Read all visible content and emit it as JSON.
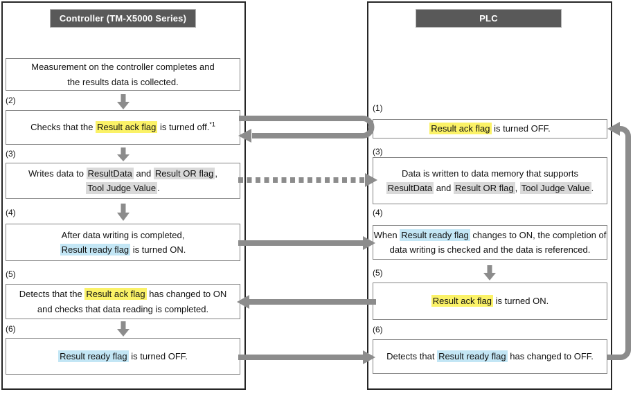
{
  "diagram_title": "Controller-PLC result handshake flow",
  "colors": {
    "highlight_yellow": "#FBF267",
    "highlight_blue": "#C3E6F5",
    "highlight_gray": "#D9D9D9",
    "arrow_gray": "#8C8C8C",
    "header_background": "#595959",
    "header_text": "#FFFFFF",
    "box_border": "#828282",
    "column_border": "#262626"
  },
  "controller": {
    "header": "Controller (TM-X5000 Series)",
    "boxes": [
      {
        "label": "",
        "segments": [
          {
            "t": "Measurement on the controller completes and"
          },
          {
            "br": true
          },
          {
            "t": "the results data is collected."
          }
        ]
      },
      {
        "label": "(2)",
        "segments": [
          {
            "t": "Checks that the "
          },
          {
            "t": "Result ack flag",
            "hl": "yellow"
          },
          {
            "t": " is turned off."
          },
          {
            "t": "*1",
            "sup": true
          }
        ]
      },
      {
        "label": "(3)",
        "segments": [
          {
            "t": "Writes data to "
          },
          {
            "t": "ResultData",
            "hl": "gray"
          },
          {
            "t": " and "
          },
          {
            "t": "Result OR flag",
            "hl": "gray"
          },
          {
            "t": ","
          },
          {
            "br": true
          },
          {
            "t": "Tool Judge Value",
            "hl": "gray"
          },
          {
            "t": "."
          }
        ]
      },
      {
        "label": "(4)",
        "segments": [
          {
            "t": "After data writing is completed,"
          },
          {
            "br": true
          },
          {
            "t": "Result ready flag",
            "hl": "blue"
          },
          {
            "t": " is turned ON."
          }
        ]
      },
      {
        "label": "(5)",
        "segments": [
          {
            "t": "Detects that the "
          },
          {
            "t": "Result ack flag",
            "hl": "yellow"
          },
          {
            "t": " has changed to ON"
          },
          {
            "br": true
          },
          {
            "t": "and checks that data reading is completed."
          }
        ]
      },
      {
        "label": "(6)",
        "segments": [
          {
            "t": "Result ready flag",
            "hl": "blue"
          },
          {
            "t": " is turned OFF."
          }
        ]
      }
    ]
  },
  "plc": {
    "header": "PLC",
    "boxes": [
      {
        "label": "(1)",
        "segments": [
          {
            "t": "Result ack flag",
            "hl": "yellow"
          },
          {
            "t": " is turned OFF."
          }
        ]
      },
      {
        "label": "(3)",
        "segments": [
          {
            "t": "Data is written to data memory that supports"
          },
          {
            "br": true
          },
          {
            "t": "ResultData",
            "hl": "gray"
          },
          {
            "t": " and "
          },
          {
            "t": "Result OR flag",
            "hl": "gray"
          },
          {
            "t": ", "
          },
          {
            "t": "Tool Judge Value",
            "hl": "gray"
          },
          {
            "t": "."
          }
        ]
      },
      {
        "label": "(4)",
        "segments": [
          {
            "t": "When "
          },
          {
            "t": "Result ready flag",
            "hl": "blue"
          },
          {
            "t": " changes to ON, the completion of"
          },
          {
            "br": true
          },
          {
            "t": "data writing is checked and the data is referenced."
          }
        ]
      },
      {
        "label": "(5)",
        "segments": [
          {
            "t": "Result ack flag",
            "hl": "yellow"
          },
          {
            "t": " is turned ON."
          }
        ]
      },
      {
        "label": "(6)",
        "segments": [
          {
            "t": "Detects that "
          },
          {
            "t": "Result ready flag",
            "hl": "blue"
          },
          {
            "t": " has changed to OFF."
          }
        ]
      }
    ]
  },
  "arrows": [
    {
      "name": "check-ack-roundtrip",
      "style": "solid-loop",
      "from": "controller-box-2",
      "to": "controller-box-2",
      "via": "plc-box-1"
    },
    {
      "name": "write-data",
      "style": "dotted",
      "from": "controller-box-3",
      "to": "plc-box-3"
    },
    {
      "name": "result-ready-on",
      "style": "solid",
      "from": "controller-box-4",
      "to": "plc-box-4"
    },
    {
      "name": "result-ack-on",
      "style": "solid",
      "from": "plc-box-5",
      "to": "controller-box-5"
    },
    {
      "name": "result-ready-off",
      "style": "solid",
      "from": "controller-box-6",
      "to": "plc-box-6"
    },
    {
      "name": "plc-return-loop",
      "style": "solid-loop",
      "from": "plc-box-6",
      "to": "plc-box-1"
    }
  ]
}
